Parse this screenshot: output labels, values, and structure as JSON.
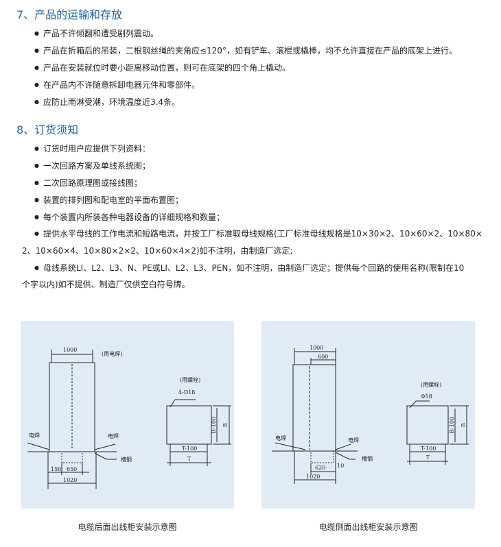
{
  "section7": {
    "title": "7、产品的运输和存放",
    "items": [
      "产品不许倾翻和遭受剧列震动。",
      "产品在折箱后的吊装，二根钢丝绳的夹角应≤120°，如有铲车、滚棍或橇棒，均不允许直接在产品的底架上进行。",
      "产品在安装就位时要小距离移动位置，则可在底架的四个角上橇动。",
      "在产品内不许随意拆卸电器元件和零部件。",
      "应防止雨淋受潮，环境温度近3.4条。"
    ]
  },
  "section8": {
    "title": "8、订货须知",
    "items": [
      "订货时用户应提供下列资料：",
      "一次回路方案及单线系统图；",
      "二次回路原理图或接线图；",
      "装置的排列图和配电室的平面布置图；",
      "每个装置内所装各种电器设备的详细规格和数量；"
    ],
    "item6_line1": "提供水平母线的工作电流和短路电流，并按工厂标准取母线规格(工厂标准母线规格是10×30×2、10×60×2、10×80×",
    "item6_line2": "2、10×60×4、10×80×2×2、10×60×4×2)如不注明，由制造厂选定;",
    "item7_line1": "母线系统LI、L2、L3、N、PE或LI、L2、L3、PEN，如不注明，由制造厂选定；提供每个回路的使用名称(限制在10",
    "item7_line2": "个字以内)如不提供、制造厂仅供空白符号牌。"
  },
  "diagram1": {
    "caption": "电缆后面出线柜安装示意图",
    "w": "1000",
    "weld_note": "(用电焊)",
    "bolt_note": "(用螺栓)",
    "hole": "4-D18",
    "weld_l": "电焊",
    "weld_r": "电焊",
    "channel": "槽钢",
    "d150": "150",
    "d650": "650",
    "d1020": "1020",
    "t100": "T-100",
    "t": "T",
    "b100": "B-100",
    "b": "B"
  },
  "diagram2": {
    "caption": "电缆侧面出线柜安装示意图",
    "w": "1000",
    "w600": "600",
    "bolt_note": "(用螺栓)",
    "hole": "Φ18",
    "weld_l": "电焊",
    "weld_r": "电焊",
    "channel": "槽钢",
    "d10": "10",
    "d620": "620",
    "d1020": "1020",
    "t100": "T-100",
    "t": "T",
    "b100": "B-100",
    "b": "B"
  }
}
